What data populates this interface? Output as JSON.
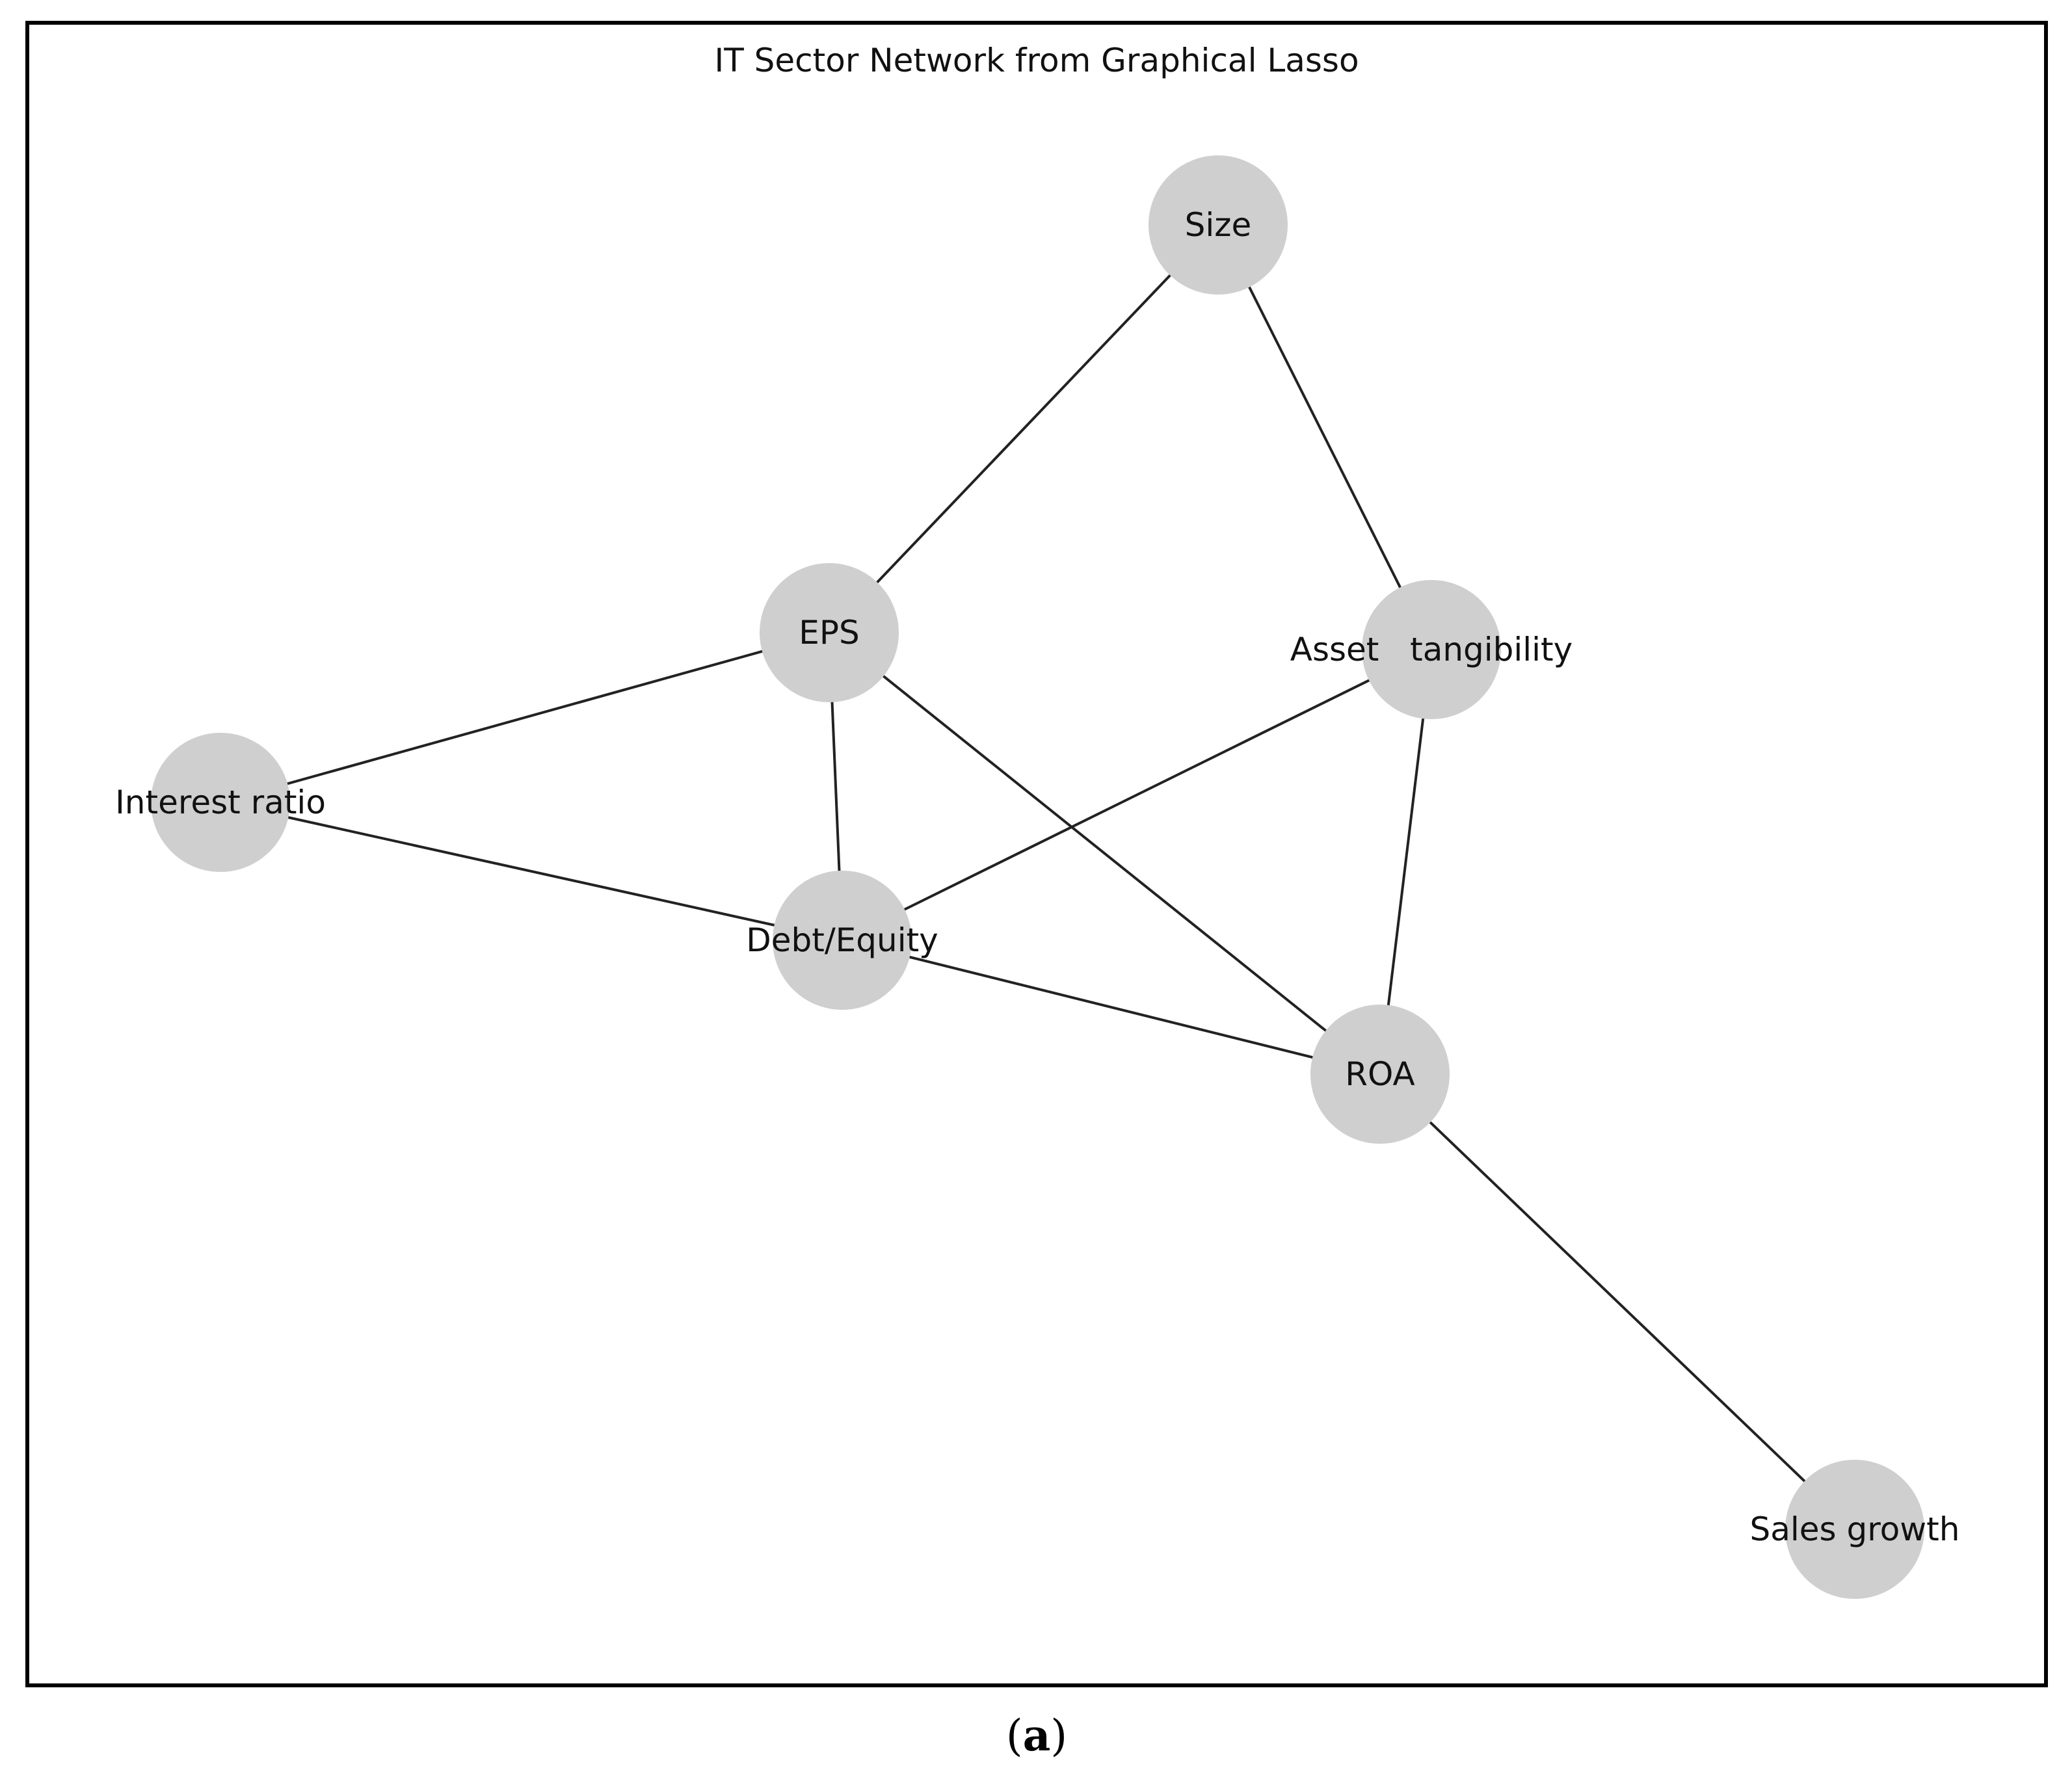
{
  "diagram": {
    "title": "IT Sector Network from Graphical Lasso",
    "caption": {
      "open": "(",
      "letter": "a",
      "close": ")"
    },
    "colors": {
      "node_fill": "#cfcfcf",
      "edge": "#222222",
      "frame": "#000000"
    },
    "nodes": [
      {
        "id": "size",
        "label": "Size"
      },
      {
        "id": "eps",
        "label": "EPS"
      },
      {
        "id": "asset_tangibility",
        "label": "Asset   tangibility"
      },
      {
        "id": "interest_ratio",
        "label": "Interest ratio"
      },
      {
        "id": "debt_equity",
        "label": "Debt/Equity"
      },
      {
        "id": "roa",
        "label": "ROA"
      },
      {
        "id": "sales_growth",
        "label": "Sales growth"
      }
    ],
    "edges": [
      {
        "source": "size",
        "target": "eps"
      },
      {
        "source": "size",
        "target": "asset_tangibility"
      },
      {
        "source": "eps",
        "target": "interest_ratio"
      },
      {
        "source": "eps",
        "target": "debt_equity"
      },
      {
        "source": "eps",
        "target": "roa"
      },
      {
        "source": "asset_tangibility",
        "target": "debt_equity"
      },
      {
        "source": "asset_tangibility",
        "target": "roa"
      },
      {
        "source": "interest_ratio",
        "target": "debt_equity"
      },
      {
        "source": "debt_equity",
        "target": "roa"
      },
      {
        "source": "roa",
        "target": "sales_growth"
      }
    ]
  }
}
